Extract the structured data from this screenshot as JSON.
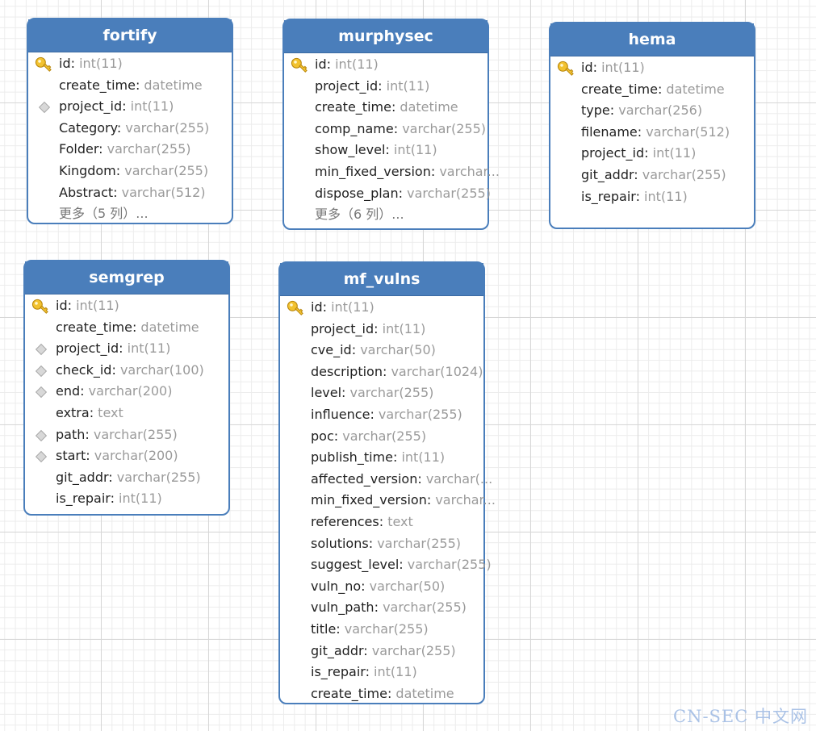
{
  "tables": [
    {
      "name": "fortify",
      "fields": [
        {
          "name": "id",
          "type": "int(11)",
          "key": "primary"
        },
        {
          "name": "create_time",
          "type": "datetime",
          "key": ""
        },
        {
          "name": "project_id",
          "type": "int(11)",
          "key": "index"
        },
        {
          "name": "Category",
          "type": "varchar(255)",
          "key": ""
        },
        {
          "name": "Folder",
          "type": "varchar(255)",
          "key": ""
        },
        {
          "name": "Kingdom",
          "type": "varchar(255)",
          "key": ""
        },
        {
          "name": "Abstract",
          "type": "varchar(512)",
          "key": ""
        }
      ],
      "more": "更多（5 列）..."
    },
    {
      "name": "murphysec",
      "fields": [
        {
          "name": "id",
          "type": "int(11)",
          "key": "primary"
        },
        {
          "name": "project_id",
          "type": "int(11)",
          "key": ""
        },
        {
          "name": "create_time",
          "type": "datetime",
          "key": ""
        },
        {
          "name": "comp_name",
          "type": "varchar(255)",
          "key": ""
        },
        {
          "name": "show_level",
          "type": "int(11)",
          "key": ""
        },
        {
          "name": "min_fixed_version",
          "type": "varchar...",
          "key": ""
        },
        {
          "name": "dispose_plan",
          "type": "varchar(255)",
          "key": ""
        }
      ],
      "more": "更多（6 列）..."
    },
    {
      "name": "hema",
      "fields": [
        {
          "name": "id",
          "type": "int(11)",
          "key": "primary"
        },
        {
          "name": "create_time",
          "type": "datetime",
          "key": ""
        },
        {
          "name": "type",
          "type": "varchar(256)",
          "key": ""
        },
        {
          "name": "filename",
          "type": "varchar(512)",
          "key": ""
        },
        {
          "name": "project_id",
          "type": "int(11)",
          "key": ""
        },
        {
          "name": "git_addr",
          "type": "varchar(255)",
          "key": ""
        },
        {
          "name": "is_repair",
          "type": "int(11)",
          "key": ""
        }
      ],
      "more": ""
    },
    {
      "name": "semgrep",
      "fields": [
        {
          "name": "id",
          "type": "int(11)",
          "key": "primary"
        },
        {
          "name": "create_time",
          "type": "datetime",
          "key": ""
        },
        {
          "name": "project_id",
          "type": "int(11)",
          "key": "index"
        },
        {
          "name": "check_id",
          "type": "varchar(100)",
          "key": "index"
        },
        {
          "name": "end",
          "type": "varchar(200)",
          "key": "index"
        },
        {
          "name": "extra",
          "type": "text",
          "key": ""
        },
        {
          "name": "path",
          "type": "varchar(255)",
          "key": "index"
        },
        {
          "name": "start",
          "type": "varchar(200)",
          "key": "index"
        },
        {
          "name": "git_addr",
          "type": "varchar(255)",
          "key": ""
        },
        {
          "name": "is_repair",
          "type": "int(11)",
          "key": ""
        }
      ],
      "more": ""
    },
    {
      "name": "mf_vulns",
      "fields": [
        {
          "name": "id",
          "type": "int(11)",
          "key": "primary"
        },
        {
          "name": "project_id",
          "type": "int(11)",
          "key": ""
        },
        {
          "name": "cve_id",
          "type": "varchar(50)",
          "key": ""
        },
        {
          "name": "description",
          "type": "varchar(1024)",
          "key": ""
        },
        {
          "name": "level",
          "type": "varchar(255)",
          "key": ""
        },
        {
          "name": "influence",
          "type": "varchar(255)",
          "key": ""
        },
        {
          "name": "poc",
          "type": "varchar(255)",
          "key": ""
        },
        {
          "name": "publish_time",
          "type": "int(11)",
          "key": ""
        },
        {
          "name": "affected_version",
          "type": "varchar(...",
          "key": ""
        },
        {
          "name": "min_fixed_version",
          "type": "varchar...",
          "key": ""
        },
        {
          "name": "references",
          "type": "text",
          "key": ""
        },
        {
          "name": "solutions",
          "type": "varchar(255)",
          "key": ""
        },
        {
          "name": "suggest_level",
          "type": "varchar(255)",
          "key": ""
        },
        {
          "name": "vuln_no",
          "type": "varchar(50)",
          "key": ""
        },
        {
          "name": "vuln_path",
          "type": "varchar(255)",
          "key": ""
        },
        {
          "name": "title",
          "type": "varchar(255)",
          "key": ""
        },
        {
          "name": "git_addr",
          "type": "varchar(255)",
          "key": ""
        },
        {
          "name": "is_repair",
          "type": "int(11)",
          "key": ""
        },
        {
          "name": "create_time",
          "type": "datetime",
          "key": ""
        }
      ],
      "more": ""
    }
  ],
  "watermark": "CN-SEC 中文网"
}
